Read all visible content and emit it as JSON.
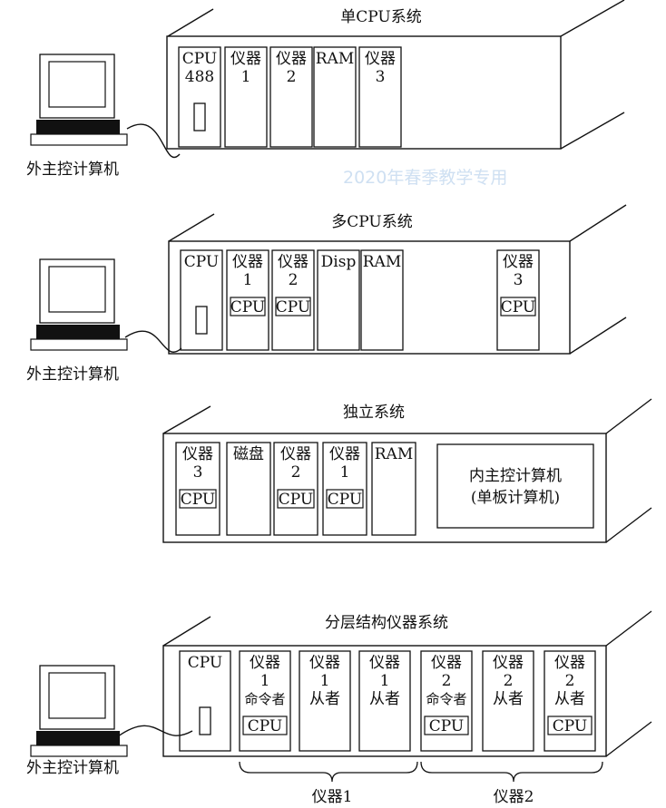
{
  "watermark": "2020年春季教学专用",
  "host_label": "外主控计算机",
  "systems": [
    {
      "title": "单CPU系统",
      "modules": [
        {
          "lines": [
            "CPU",
            "488"
          ]
        },
        {
          "lines": [
            "仪器",
            "1"
          ]
        },
        {
          "lines": [
            "仪器",
            "2"
          ]
        },
        {
          "lines": [
            "RAM"
          ]
        },
        {
          "lines": [
            "仪器",
            "3"
          ]
        }
      ]
    },
    {
      "title": "多CPU系统",
      "modules": [
        {
          "lines": [
            "CPU"
          ]
        },
        {
          "lines": [
            "仪器",
            "1"
          ],
          "cpu": "CPU"
        },
        {
          "lines": [
            "仪器",
            "2"
          ],
          "cpu": "CPU"
        },
        {
          "lines": [
            "Disp"
          ]
        },
        {
          "lines": [
            "RAM"
          ]
        },
        {
          "lines": [
            "仪器",
            "3"
          ],
          "cpu": "CPU"
        }
      ]
    },
    {
      "title": "独立系统",
      "modules": [
        {
          "lines": [
            "仪器",
            "3"
          ],
          "cpu": "CPU"
        },
        {
          "lines": [
            "磁盘"
          ]
        },
        {
          "lines": [
            "仪器",
            "2"
          ],
          "cpu": "CPU"
        },
        {
          "lines": [
            "仪器",
            "1"
          ],
          "cpu": "CPU"
        },
        {
          "lines": [
            "RAM"
          ]
        }
      ],
      "inner_computer": [
        "内主控计算机",
        "(单板计算机)"
      ]
    },
    {
      "title": "分层结构仪器系统",
      "modules": [
        {
          "lines": [
            "CPU"
          ]
        },
        {
          "lines": [
            "仪器",
            "1",
            "命令者"
          ],
          "cpu": "CPU"
        },
        {
          "lines": [
            "仪器",
            "1",
            "从者"
          ]
        },
        {
          "lines": [
            "仪器",
            "1",
            "从者"
          ]
        },
        {
          "lines": [
            "仪器",
            "2",
            "命令者"
          ],
          "cpu": "CPU"
        },
        {
          "lines": [
            "仪器",
            "2",
            "从者"
          ]
        },
        {
          "lines": [
            "仪器",
            "2",
            "从者"
          ],
          "cpu": "CPU"
        }
      ],
      "groups": [
        "仪器1",
        "仪器2"
      ]
    }
  ]
}
